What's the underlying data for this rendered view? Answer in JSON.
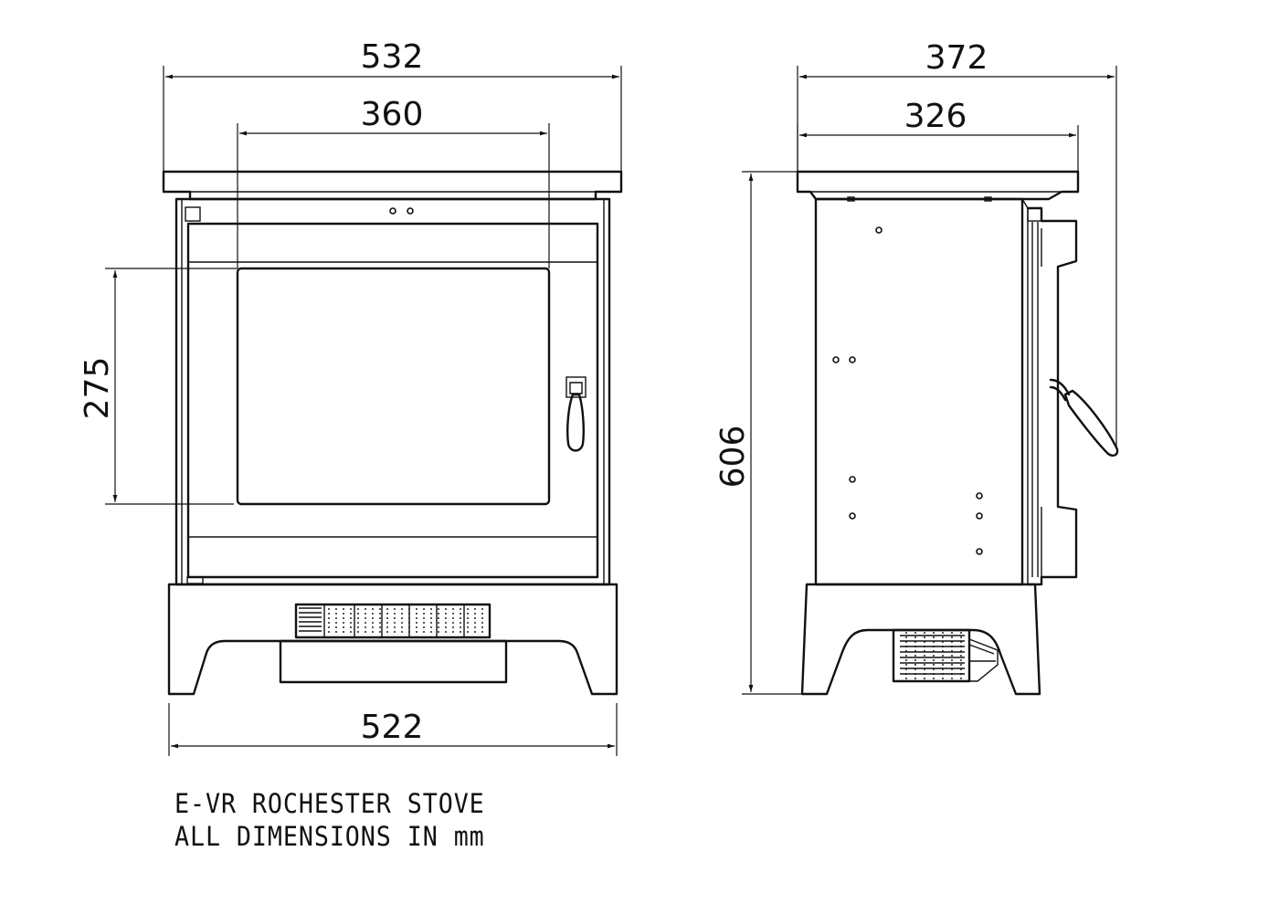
{
  "title": "E-VR ROCHESTER STOVE",
  "subtitle": "ALL DIMENSIONS IN mm",
  "dimensions": {
    "front_overall_width": "532",
    "front_window_width": "360",
    "front_window_height": "275",
    "front_base_width": "522",
    "side_overall_depth": "372",
    "side_body_depth": "326",
    "side_overall_height": "606"
  }
}
